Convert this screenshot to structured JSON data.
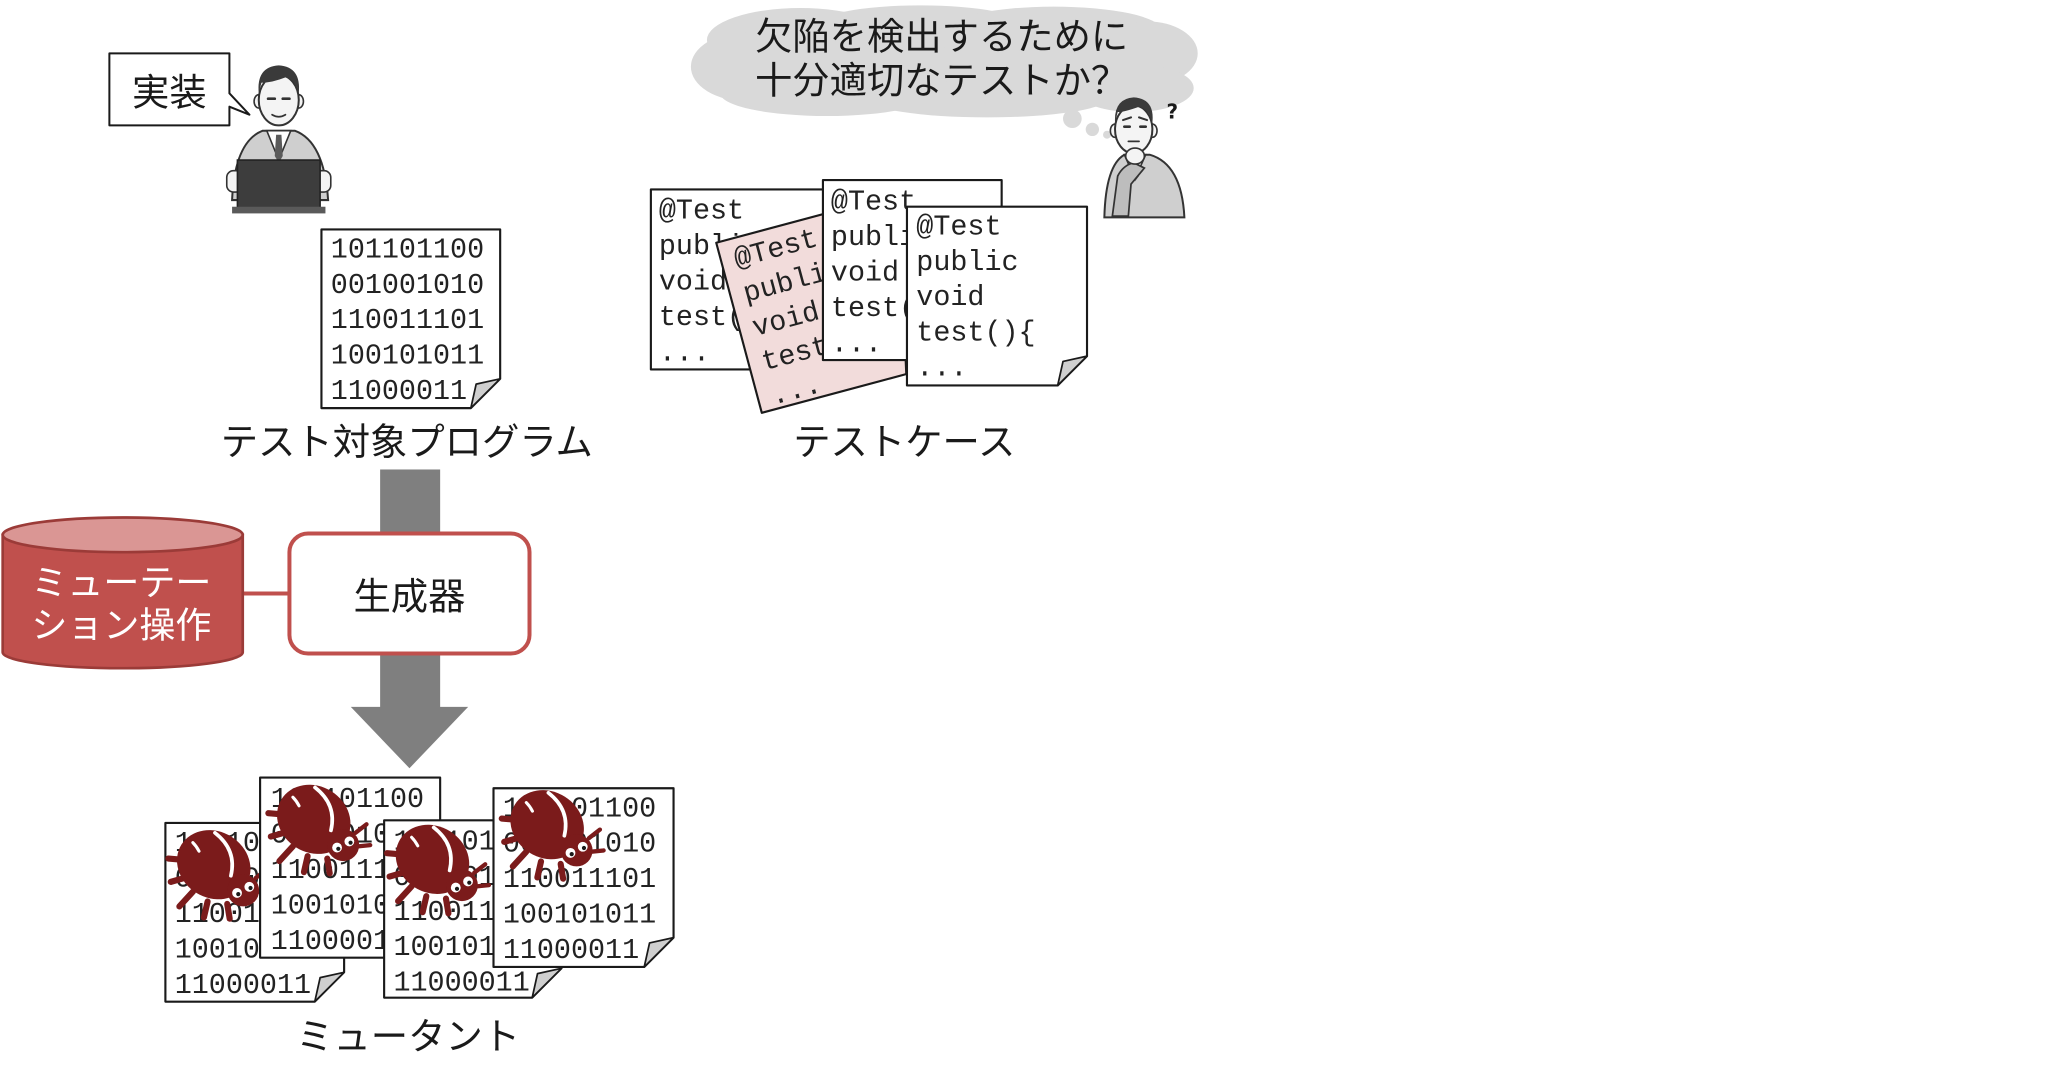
{
  "implementer": {
    "speech": "実装"
  },
  "program": {
    "lines": [
      "101101100",
      "001001010",
      "110011101",
      "100101011",
      "11000011"
    ],
    "label": "テスト対象プログラム"
  },
  "generator": {
    "label": "生成器"
  },
  "mutation_operators": {
    "lines": [
      "ミューテー",
      "ション操作"
    ]
  },
  "mutants": {
    "label": "ミュータント"
  },
  "tester": {
    "thought": [
      "欠陥を検出するために",
      "十分適切なテストか？"
    ],
    "question_mark": "?"
  },
  "test_cases": {
    "lines": [
      "@Test",
      "public",
      "void",
      "test(){",
      "..."
    ],
    "label": "テストケース"
  },
  "icons": {
    "implementer": "person-at-laptop-icon",
    "tester": "thinking-person-icon",
    "mutant_marker": "bug-icon"
  },
  "colors": {
    "arrow": "#7f7f7f",
    "generator_border": "#c0504d",
    "mutation_body": "#c0504d",
    "mutation_top": "#da9694",
    "cloud": "#d9d9d9",
    "highlighted_test_case": "#f2dcdb",
    "bug": "#7b1b1b"
  }
}
